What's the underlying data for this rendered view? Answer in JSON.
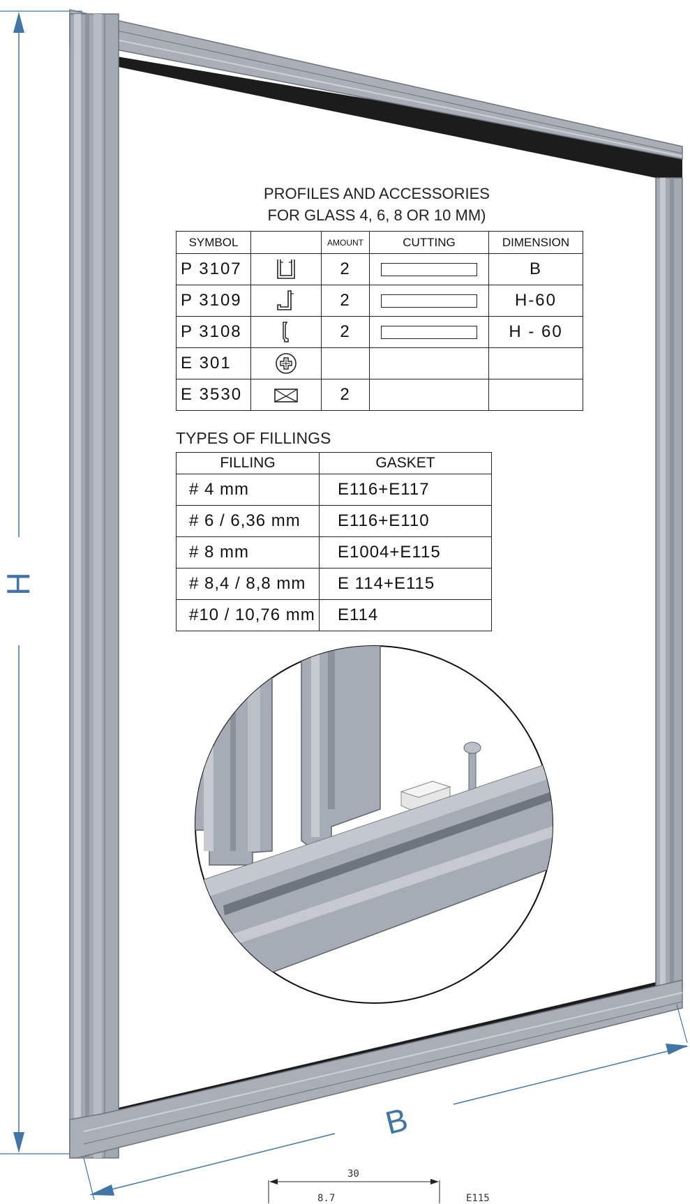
{
  "dimensions": {
    "height_label": "H",
    "width_label": "B"
  },
  "profiles_title": {
    "line1": "PROFILES AND ACCESSORIES",
    "line2": "FOR GLASS 4, 6, 8 OR 10 MM)"
  },
  "accessories_table": {
    "headers": {
      "symbol": "SYMBOL",
      "icon": "",
      "amount": "AMOUNT",
      "cutting": "CUTTING",
      "dimension": "DIMENSION"
    },
    "rows": [
      {
        "symbol": "P 3107",
        "icon": "u-channel-profile-icon",
        "amount": "2",
        "cutting": true,
        "dimension": "B"
      },
      {
        "symbol": "P 3109",
        "icon": "side-profile-icon",
        "amount": "2",
        "cutting": true,
        "dimension": "H-60"
      },
      {
        "symbol": "P 3108",
        "icon": "narrow-profile-icon",
        "amount": "2",
        "cutting": true,
        "dimension": "H - 60"
      },
      {
        "symbol": "E 301",
        "icon": "screw-head-icon",
        "amount": "",
        "cutting": false,
        "dimension": ""
      },
      {
        "symbol": "E 3530",
        "icon": "block-pad-icon",
        "amount": "2",
        "cutting": false,
        "dimension": ""
      }
    ]
  },
  "fillings_title": "TYPES OF FILLINGS",
  "fillings_table": {
    "headers": {
      "filling": "FILLING",
      "gasket": "GASKET"
    },
    "rows": [
      {
        "filling": "# 4 mm",
        "gasket": "E116+E117"
      },
      {
        "filling": "# 6 / 6,36 mm",
        "gasket": "E116+E110"
      },
      {
        "filling": "# 8 mm",
        "gasket": "E1004+E115"
      },
      {
        "filling": "# 8,4 / 8,8 mm",
        "gasket": "E 114+E115"
      },
      {
        "filling": "#10 / 10,76 mm",
        "gasket": "E114"
      }
    ]
  },
  "bottom_drawing": {
    "dimension": "30",
    "left_text": "8.7",
    "right_text": "E115"
  },
  "colors": {
    "frame": "#a7adb6",
    "frame_dark": "#7d838c",
    "dimension_line": "#3f76a6",
    "glazing_bead": "#1c1c1c"
  }
}
